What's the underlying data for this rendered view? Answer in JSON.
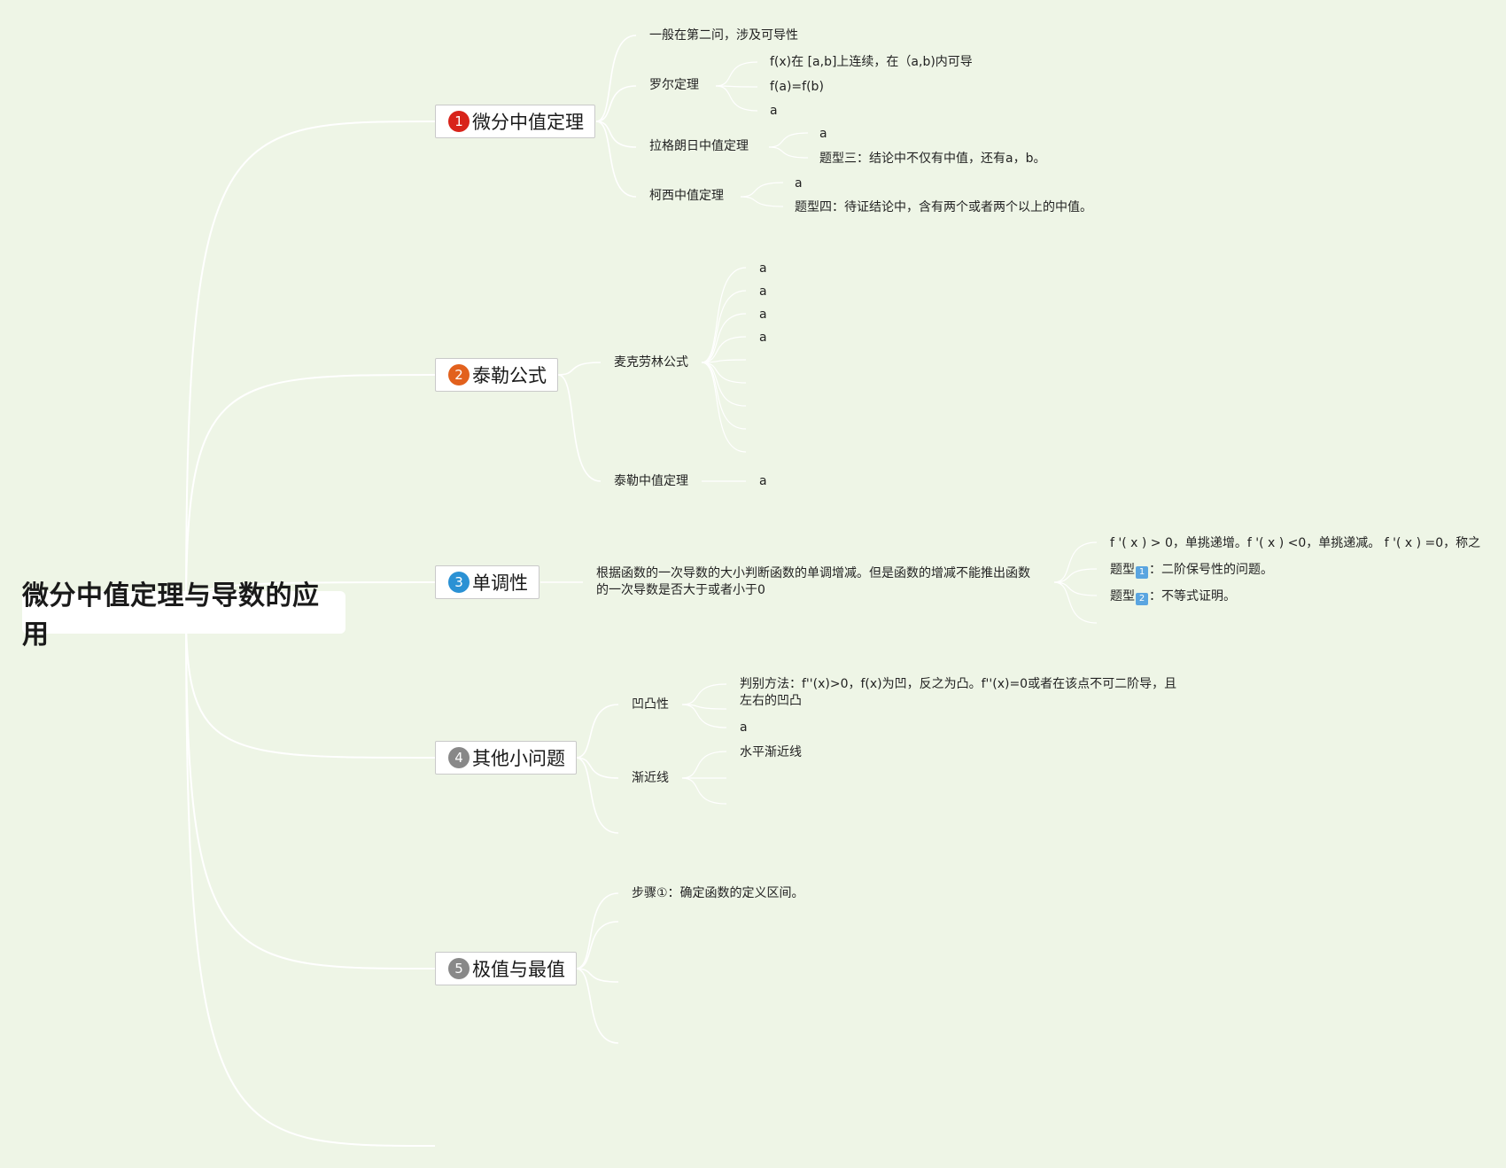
{
  "colors": {
    "background": "#eef5e6",
    "line": "#ffffff",
    "badge1": "#d8231a",
    "badge2": "#e2611d",
    "badge3": "#2a91d4",
    "badge4": "#888888",
    "badge5": "#888888"
  },
  "root": {
    "title": "微分中值定理与导数的应用"
  },
  "topics": [
    {
      "number": "1",
      "label": "微分中值定理",
      "items": {
        "general": "一般在第二问，涉及可导性",
        "rolle": {
          "label": "罗尔定理",
          "c1": "f(x)在 [a,b]上连续，在（a,b)内可导",
          "c2": "f(a)=f(b)",
          "c3": "a"
        },
        "lagrange": {
          "label": "拉格朗日中值定理",
          "c1": "a",
          "c2": "题型三：结论中不仅有中值，还有a，b。"
        },
        "cauchy": {
          "label": "柯西中值定理",
          "c1": "a",
          "c2": "题型四：待证结论中，含有两个或者两个以上的中值。"
        }
      }
    },
    {
      "number": "2",
      "label": "泰勒公式",
      "items": {
        "maclaurin": {
          "label": "麦克劳林公式",
          "c1": "a",
          "c2": "a",
          "c3": "a",
          "c4": "a"
        },
        "taylor_mvt": {
          "label": "泰勒中值定理",
          "c1": "a"
        }
      }
    },
    {
      "number": "3",
      "label": "单调性",
      "items": {
        "desc": "根据函数的一次导数的大小判断函数的单调增减。但是函数的增减不能推出函数的一次导数是否大于或者小于0",
        "c1": "f '( x ) > 0，单挑递增。f '( x ) <0，单挑递减。 f '( x ) =0，称之",
        "c2_prefix": "题型",
        "c2_badge": "1",
        "c2_suffix": "：二阶保号性的问题。",
        "c3_prefix": "题型",
        "c3_badge": "2",
        "c3_suffix": "：不等式证明。"
      }
    },
    {
      "number": "4",
      "label": "其他小问题",
      "items": {
        "convexity": {
          "label": "凹凸性",
          "c1": "判别方法：f''(x)>0，f(x)为凹，反之为凸。f''(x)=0或者在该点不可二阶导，且左右的凹凸",
          "c2": "a"
        },
        "asymptote": {
          "label": "渐近线",
          "c1": "水平渐近线"
        }
      }
    },
    {
      "number": "5",
      "label": "极值与最值",
      "items": {
        "step1": "步骤①：确定函数的定义区间。"
      }
    }
  ]
}
